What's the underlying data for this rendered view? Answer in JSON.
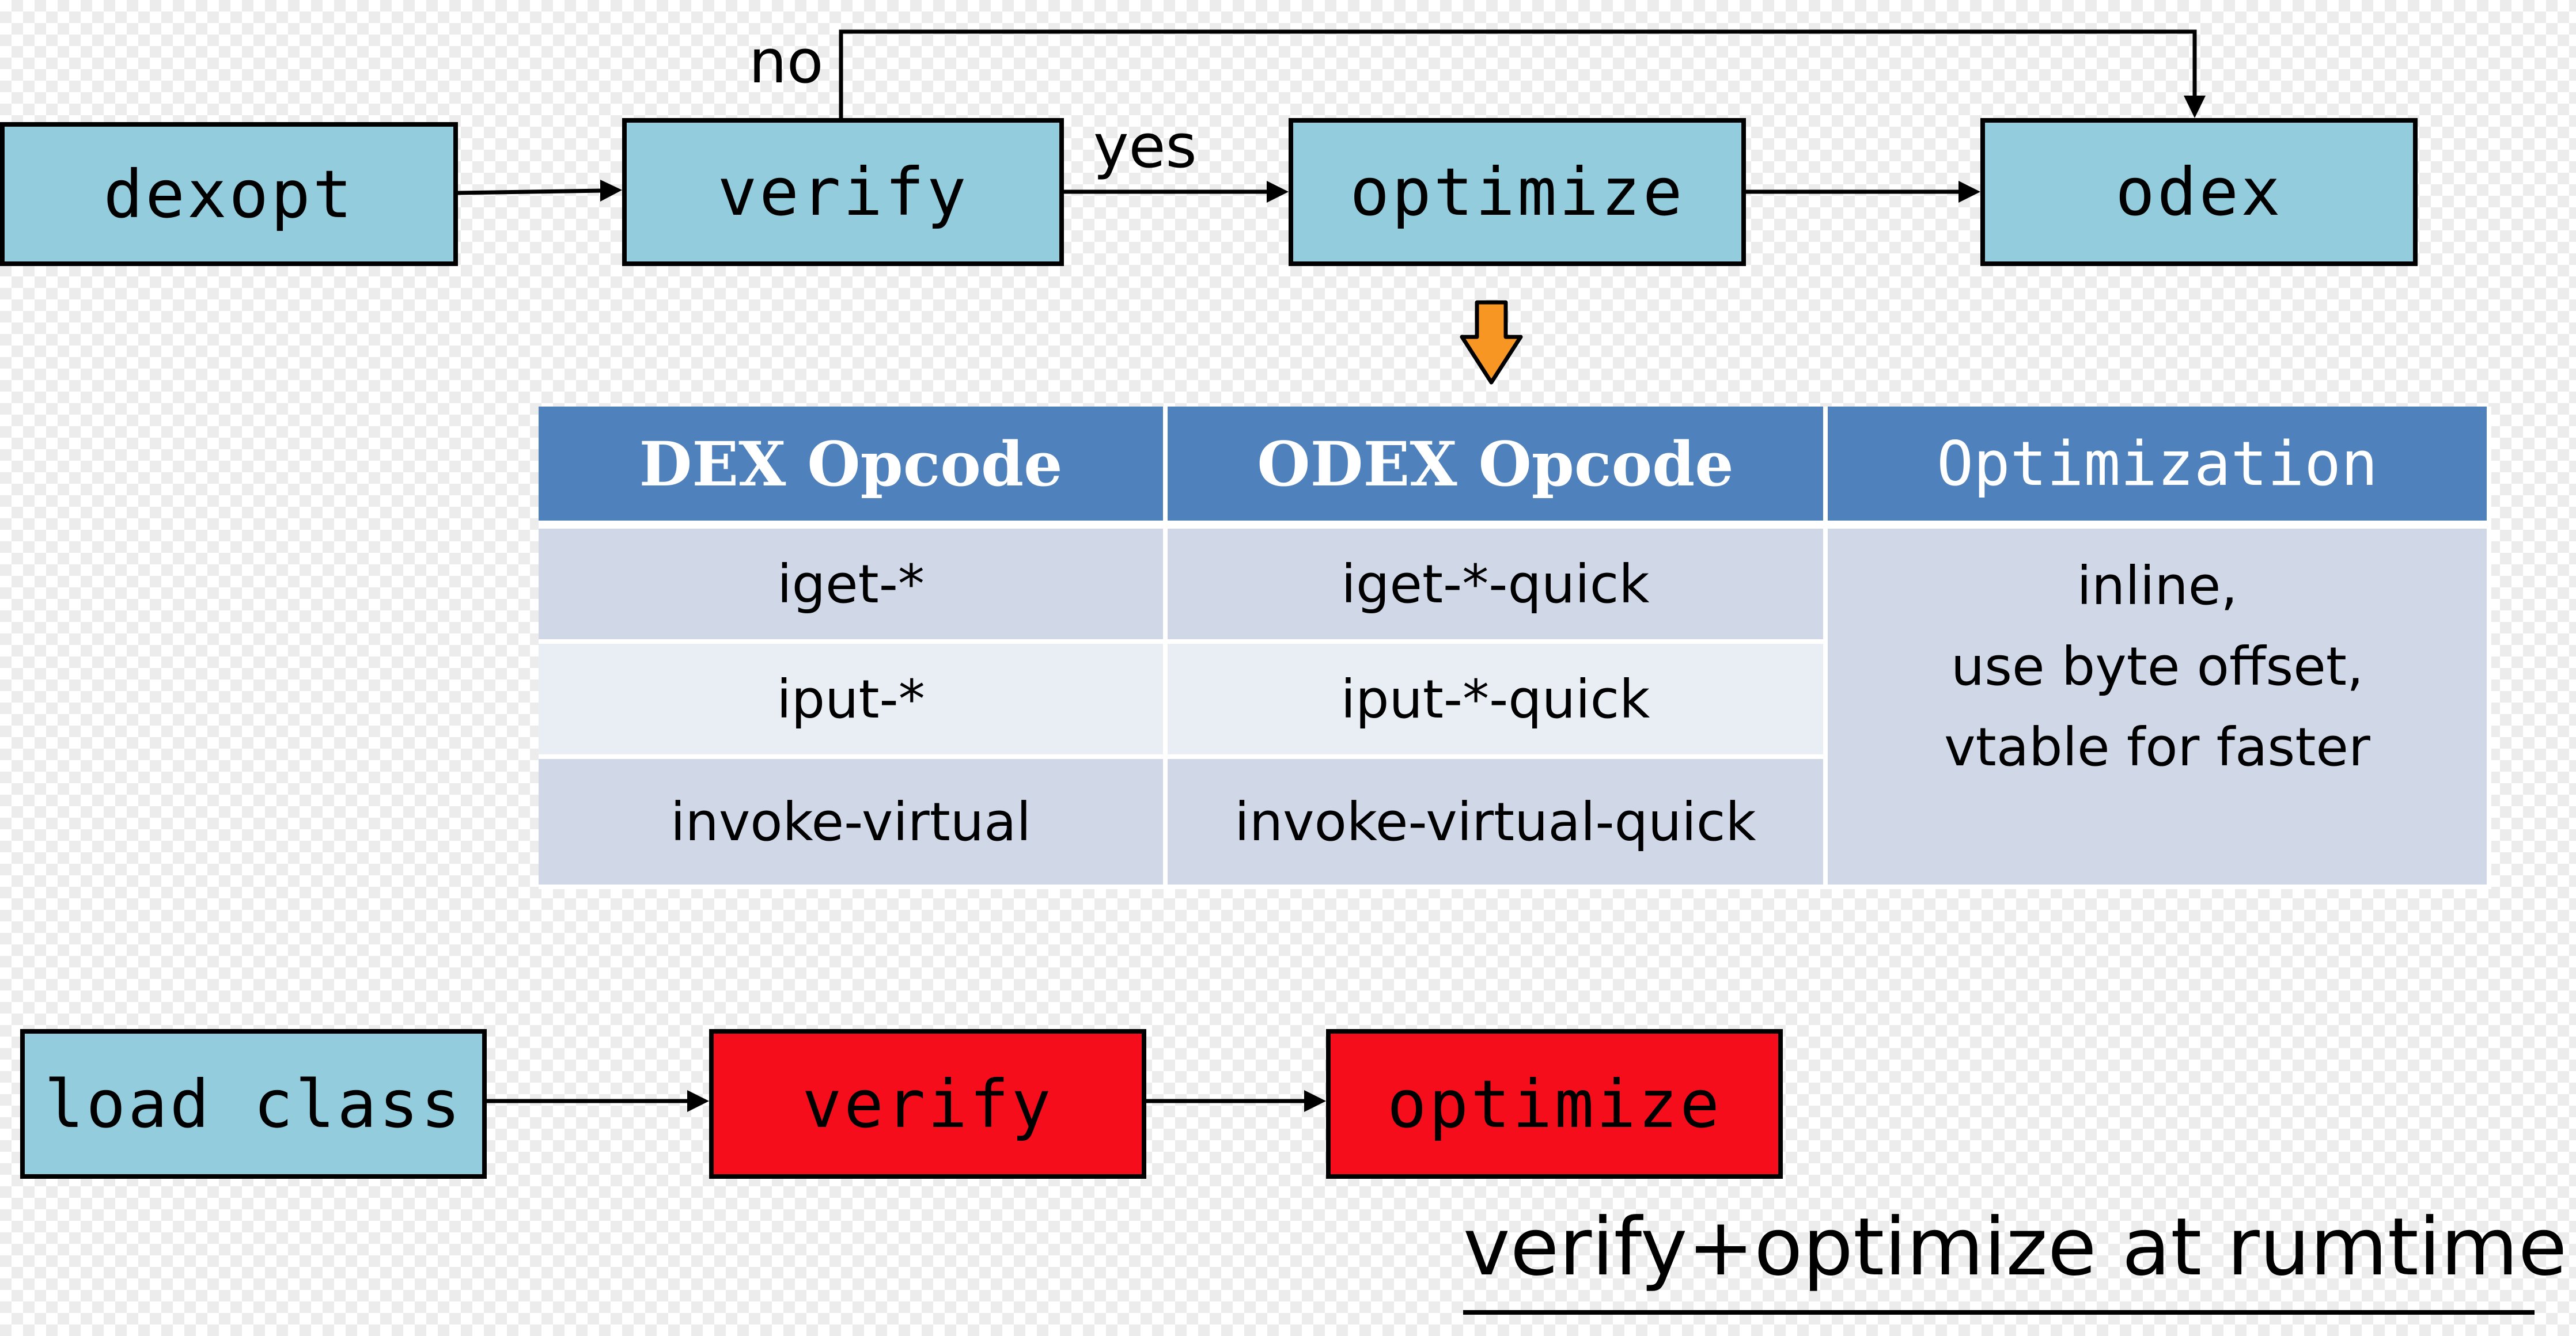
{
  "top_flow": {
    "dexopt": "dexopt",
    "verify": "verify",
    "optimize": "optimize",
    "odex": "odex",
    "no_label": "no",
    "yes_label": "yes"
  },
  "table": {
    "headers": [
      "DEX Opcode",
      "ODEX Opcode",
      "Optimization"
    ],
    "rows": [
      [
        "iget-*",
        "iget-*-quick"
      ],
      [
        "iput-*",
        "iput-*-quick"
      ],
      [
        "invoke-virtual",
        "invoke-virtual-quick"
      ]
    ],
    "optimization_lines": [
      "inline,",
      "use byte offset,",
      "vtable for faster"
    ]
  },
  "bottom_flow": {
    "load_class": "load class",
    "verify": "verify",
    "optimize": "optimize"
  },
  "caption": "verify+optimize at rumtime",
  "colors": {
    "box_blue": "#93cddd",
    "box_red": "#f50d1c",
    "table_header": "#4f81bd",
    "table_row_dark": "#d0d8e8",
    "table_row_light": "#e9edf4",
    "down_arrow": "#f79622"
  }
}
